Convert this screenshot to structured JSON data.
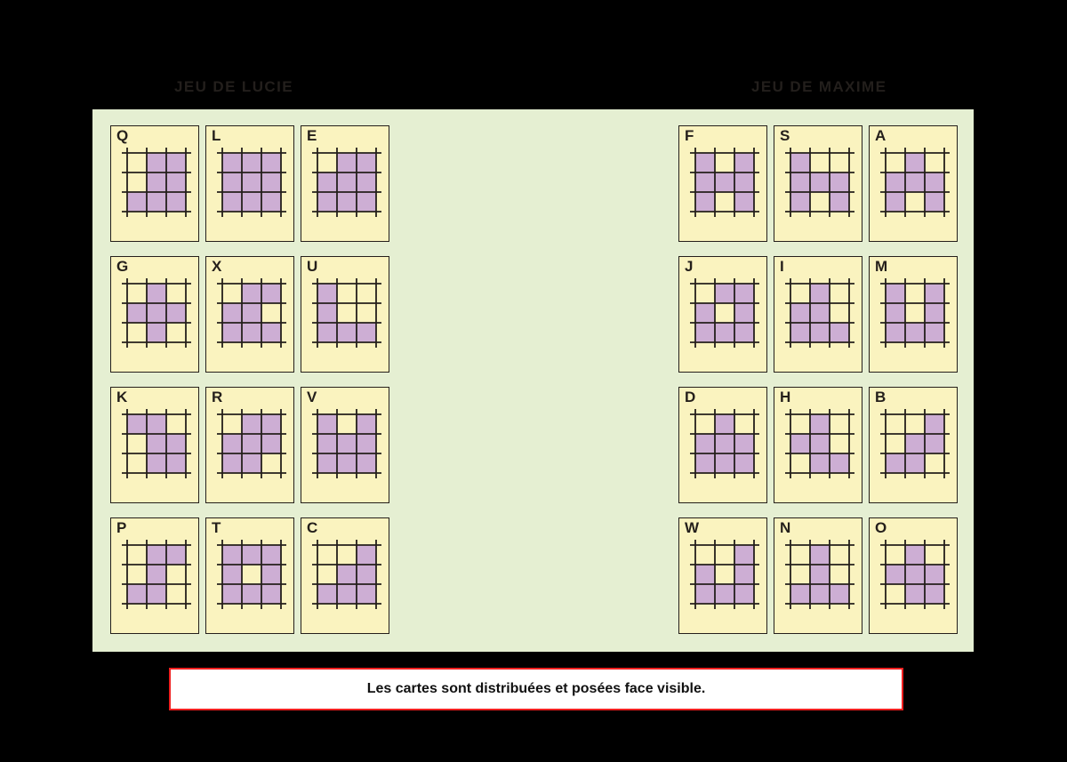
{
  "page": {
    "background_color": "#000000",
    "panel_color": "#e5efd2",
    "card_color": "#faf3bf",
    "cell_color": "#cdaed4",
    "grid_line_color": "#241f1b",
    "caption_border_color": "#ef2020"
  },
  "headings": {
    "left": "JEU DE LUCIE",
    "right": "JEU DE MAXIME"
  },
  "caption": {
    "text": "Les cartes sont distribuées et posées face visible."
  },
  "hands": [
    {
      "owner": "Lucie",
      "heading": "JEU DE LUCIE",
      "cards": [
        {
          "letter": "Q",
          "grid": [
            [
              0,
              1,
              1
            ],
            [
              0,
              1,
              1
            ],
            [
              1,
              1,
              1
            ]
          ]
        },
        {
          "letter": "L",
          "grid": [
            [
              1,
              1,
              1
            ],
            [
              1,
              1,
              1
            ],
            [
              1,
              1,
              1
            ]
          ]
        },
        {
          "letter": "E",
          "grid": [
            [
              0,
              1,
              1
            ],
            [
              1,
              1,
              1
            ],
            [
              1,
              1,
              1
            ]
          ]
        },
        {
          "letter": "G",
          "grid": [
            [
              0,
              1,
              0
            ],
            [
              1,
              1,
              1
            ],
            [
              0,
              1,
              0
            ]
          ]
        },
        {
          "letter": "X",
          "grid": [
            [
              0,
              1,
              1
            ],
            [
              1,
              1,
              0
            ],
            [
              1,
              1,
              1
            ]
          ]
        },
        {
          "letter": "U",
          "grid": [
            [
              1,
              0,
              0
            ],
            [
              1,
              0,
              0
            ],
            [
              1,
              1,
              1
            ]
          ]
        },
        {
          "letter": "K",
          "grid": [
            [
              1,
              1,
              0
            ],
            [
              0,
              1,
              1
            ],
            [
              0,
              1,
              1
            ]
          ]
        },
        {
          "letter": "R",
          "grid": [
            [
              0,
              1,
              1
            ],
            [
              1,
              1,
              1
            ],
            [
              1,
              1,
              0
            ]
          ]
        },
        {
          "letter": "V",
          "grid": [
            [
              1,
              0,
              1
            ],
            [
              1,
              1,
              1
            ],
            [
              1,
              1,
              1
            ]
          ]
        },
        {
          "letter": "P",
          "grid": [
            [
              0,
              1,
              1
            ],
            [
              0,
              1,
              0
            ],
            [
              1,
              1,
              0
            ]
          ]
        },
        {
          "letter": "T",
          "grid": [
            [
              1,
              1,
              1
            ],
            [
              1,
              0,
              1
            ],
            [
              1,
              1,
              1
            ]
          ]
        },
        {
          "letter": "C",
          "grid": [
            [
              0,
              0,
              1
            ],
            [
              0,
              1,
              1
            ],
            [
              1,
              1,
              1
            ]
          ]
        }
      ]
    },
    {
      "owner": "Maxime",
      "heading": "JEU DE MAXIME",
      "cards": [
        {
          "letter": "F",
          "grid": [
            [
              1,
              0,
              1
            ],
            [
              1,
              1,
              1
            ],
            [
              1,
              0,
              1
            ]
          ]
        },
        {
          "letter": "S",
          "grid": [
            [
              1,
              0,
              0
            ],
            [
              1,
              1,
              1
            ],
            [
              1,
              0,
              1
            ]
          ]
        },
        {
          "letter": "A",
          "grid": [
            [
              0,
              1,
              0
            ],
            [
              1,
              1,
              1
            ],
            [
              1,
              0,
              1
            ]
          ]
        },
        {
          "letter": "J",
          "grid": [
            [
              0,
              1,
              1
            ],
            [
              1,
              0,
              1
            ],
            [
              1,
              1,
              1
            ]
          ]
        },
        {
          "letter": "I",
          "grid": [
            [
              0,
              1,
              0
            ],
            [
              1,
              1,
              0
            ],
            [
              1,
              1,
              1
            ]
          ]
        },
        {
          "letter": "M",
          "grid": [
            [
              1,
              0,
              1
            ],
            [
              1,
              0,
              1
            ],
            [
              1,
              1,
              1
            ]
          ]
        },
        {
          "letter": "D",
          "grid": [
            [
              0,
              1,
              0
            ],
            [
              1,
              1,
              1
            ],
            [
              1,
              1,
              1
            ]
          ]
        },
        {
          "letter": "H",
          "grid": [
            [
              0,
              1,
              0
            ],
            [
              1,
              1,
              0
            ],
            [
              0,
              1,
              1
            ]
          ]
        },
        {
          "letter": "B",
          "grid": [
            [
              0,
              0,
              1
            ],
            [
              0,
              1,
              1
            ],
            [
              1,
              1,
              0
            ]
          ]
        },
        {
          "letter": "W",
          "grid": [
            [
              0,
              0,
              1
            ],
            [
              1,
              0,
              1
            ],
            [
              1,
              1,
              1
            ]
          ]
        },
        {
          "letter": "N",
          "grid": [
            [
              0,
              1,
              0
            ],
            [
              0,
              1,
              0
            ],
            [
              1,
              1,
              1
            ]
          ]
        },
        {
          "letter": "O",
          "grid": [
            [
              0,
              1,
              0
            ],
            [
              1,
              1,
              1
            ],
            [
              0,
              1,
              1
            ]
          ]
        }
      ]
    }
  ]
}
